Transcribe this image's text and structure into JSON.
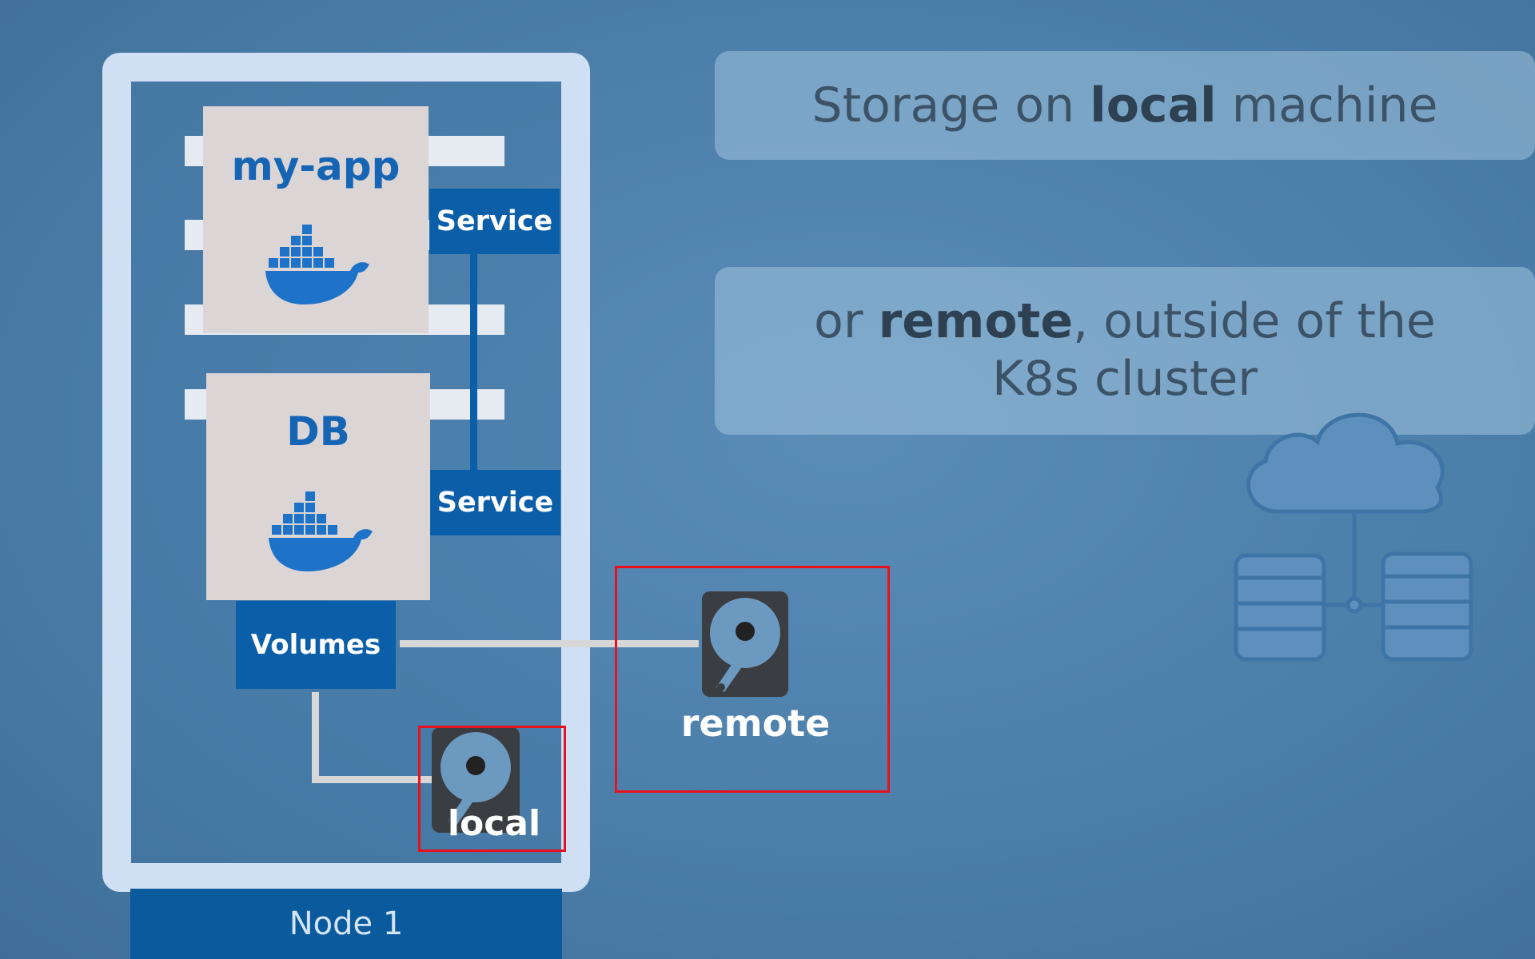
{
  "node": {
    "label": "Node 1"
  },
  "pods": [
    {
      "title": "my-app",
      "icon": "docker-whale-icon"
    },
    {
      "title": "DB",
      "icon": "docker-whale-icon"
    }
  ],
  "services": [
    "Service",
    "Service"
  ],
  "volumes": {
    "label": "Volumes"
  },
  "storage": {
    "local": {
      "label": "local",
      "icon": "hard-disk-icon"
    },
    "remote": {
      "label": "remote",
      "icon": "hard-disk-icon"
    }
  },
  "callouts": {
    "first": {
      "pre": "Storage on ",
      "bold": "local",
      "post": " machine"
    },
    "second": {
      "pre": "or ",
      "bold": "remote",
      "post": ", outside of the K8s cluster"
    }
  },
  "cloud_icon": "cloud-database-icon",
  "colors": {
    "highlight": "#e8111d",
    "accent_blue": "#0b5fa8",
    "pod_fill": "#dbd5d6"
  }
}
